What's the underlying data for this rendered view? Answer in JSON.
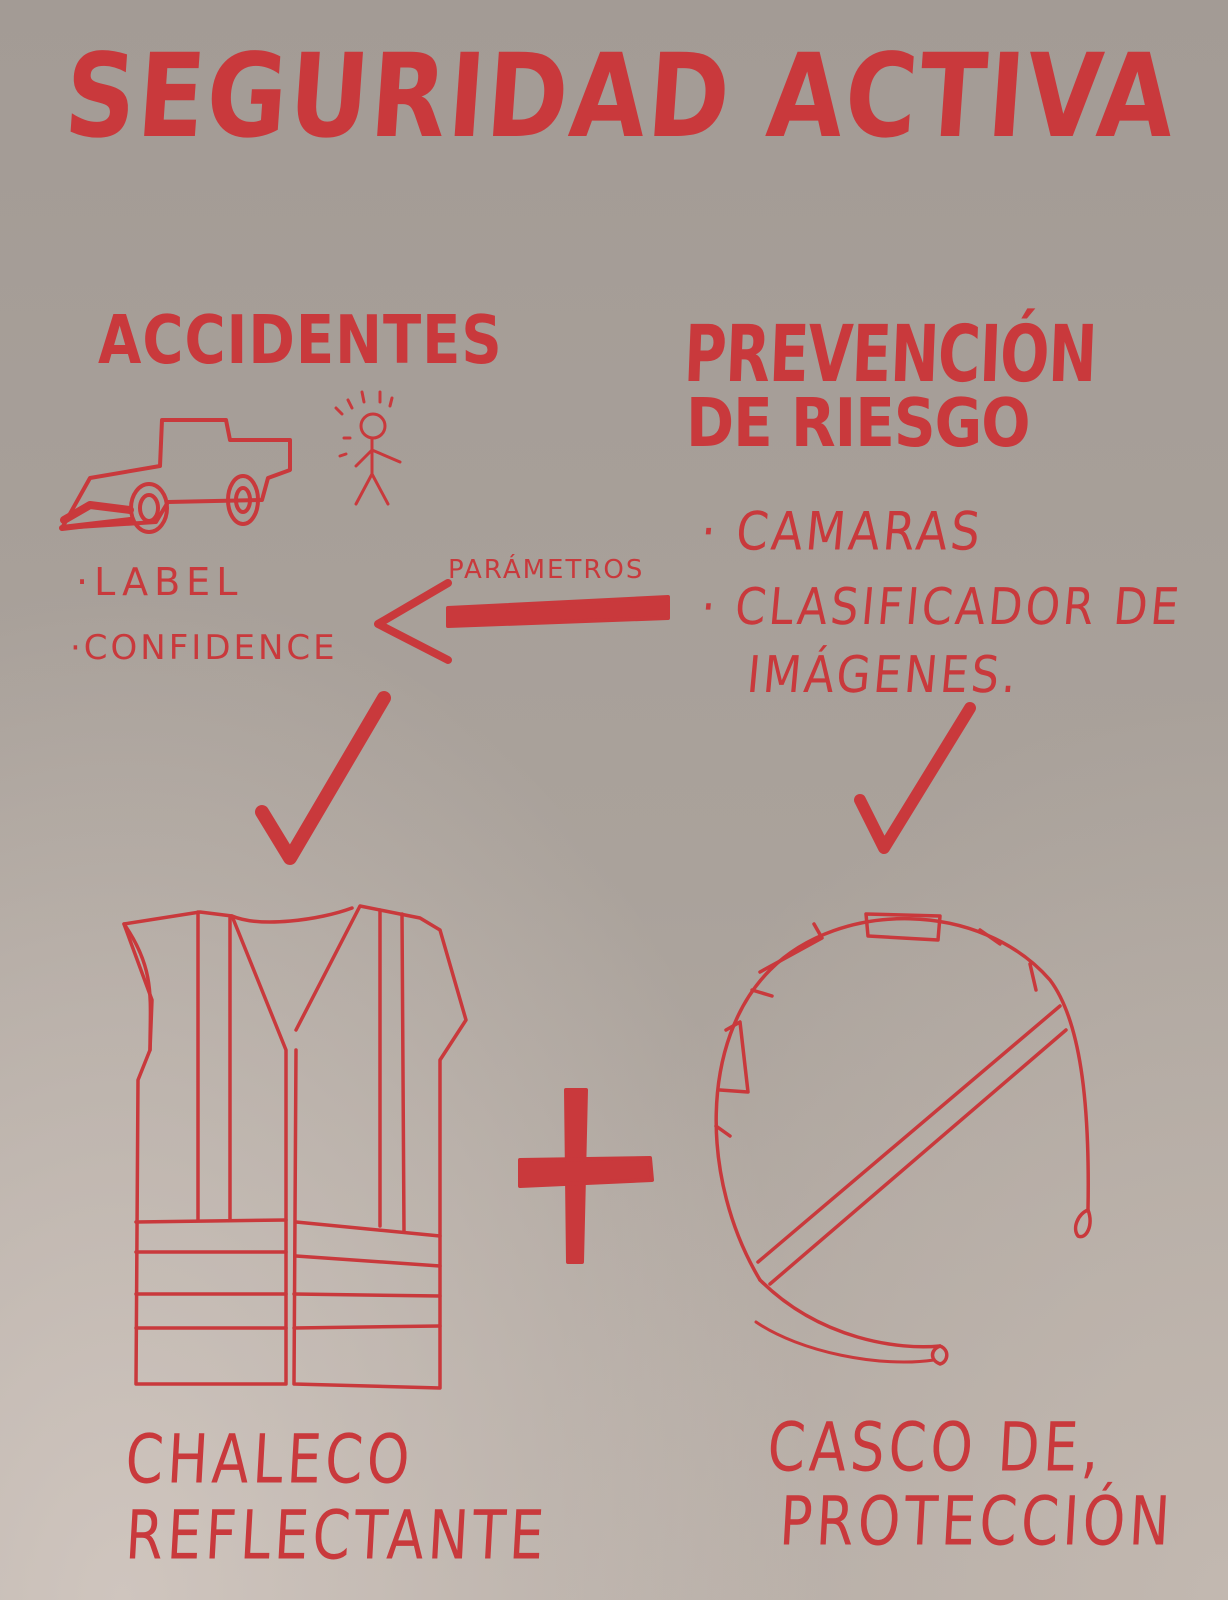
{
  "title": "SEGURIDAD ACTIVA",
  "accidentes": {
    "heading": "ACCIDENTES",
    "bullets": [
      "·LABEL",
      "·CONFIDENCE"
    ]
  },
  "prevencion": {
    "heading_line1": "PREVENCIÓN",
    "heading_line2": "DE RIESGO",
    "bullets": [
      "· CAMARAS",
      "· CLASIFICADOR DE",
      "IMÁGENES."
    ]
  },
  "arrow_label": "PARÁMETROS",
  "captions": {
    "chaleco_line1": "CHALECO",
    "chaleco_line2": "REFLECTANTE",
    "casco_line1": "CASCO DE,",
    "casco_line2": "PROTECCIÓN"
  },
  "colors": {
    "ink": "#c9393c",
    "paper": "#a79f98"
  },
  "icons": [
    "truck-icon",
    "stick-figure-icon",
    "arrow-left-icon",
    "checkmark-icon",
    "vest-icon",
    "plus-icon",
    "helmet-icon"
  ]
}
